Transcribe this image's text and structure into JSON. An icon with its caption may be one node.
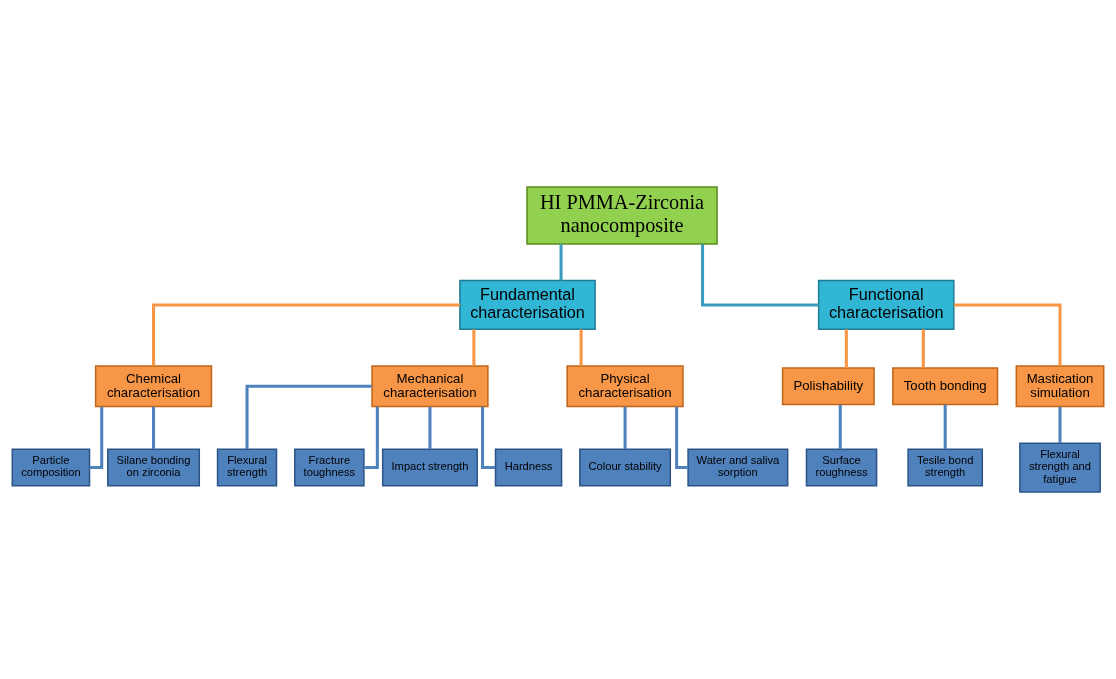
{
  "diagram": {
    "nodes": [
      {
        "text": [
          "HI PMMA-Zirconia nanocomposite"
        ]
      },
      {
        "text": [
          "Fundamental characterisation"
        ]
      },
      {
        "text": [
          "Functional characterisation"
        ]
      },
      {
        "text": [
          "Chemical characterisation"
        ]
      },
      {
        "text": [
          "Mechanical characterisation"
        ]
      },
      {
        "text": [
          "Physical characterisation"
        ]
      },
      {
        "text": [
          "Polishability"
        ]
      },
      {
        "text": [
          "Tooth bonding"
        ]
      },
      {
        "text": [
          "Mastication simulation"
        ]
      },
      {
        "text": [
          "Particle composition"
        ]
      },
      {
        "text": [
          "Silane bonding on zirconia"
        ]
      },
      {
        "text": [
          "Flexural strength"
        ]
      },
      {
        "text": [
          "Fracture toughness"
        ]
      },
      {
        "text": [
          "Impact strength"
        ]
      },
      {
        "text": [
          "Hardness"
        ]
      },
      {
        "text": [
          "Colour stability"
        ]
      },
      {
        "text": [
          "Water and saliva sorption"
        ]
      },
      {
        "text": [
          "Surface roughness"
        ]
      },
      {
        "text": [
          "Tesile bond strength"
        ]
      },
      {
        "text": [
          "Flexural strength and fatigue"
        ]
      }
    ],
    "edges": [
      {
        "from": 0,
        "to": 1,
        "arrow": "none",
        "color": "#3a9cc0"
      },
      {
        "from": 0,
        "to": 2,
        "arrow": "none",
        "color": "#3a9cc0"
      },
      {
        "from": 1,
        "to": 3,
        "arrow": "none",
        "color": "#f79646"
      },
      {
        "from": 1,
        "to": 4,
        "arrow": "none",
        "color": "#f79646"
      },
      {
        "from": 1,
        "to": 5,
        "arrow": "none",
        "color": "#f79646"
      },
      {
        "from": 2,
        "to": 6,
        "arrow": "none",
        "color": "#f79646"
      },
      {
        "from": 2,
        "to": 7,
        "arrow": "none",
        "color": "#f79646"
      },
      {
        "from": 2,
        "to": 8,
        "arrow": "none",
        "color": "#f79646"
      },
      {
        "from": 3,
        "to": 9,
        "arrow": "none"
      },
      {
        "from": 3,
        "to": 10,
        "arrow": "none"
      },
      {
        "from": 4,
        "to": 11,
        "arrow": "none"
      },
      {
        "from": 4,
        "to": 12,
        "arrow": "none"
      },
      {
        "from": 4,
        "to": 13,
        "arrow": "none"
      },
      {
        "from": 4,
        "to": 14,
        "arrow": "none"
      },
      {
        "from": 5,
        "to": 15,
        "arrow": "none"
      },
      {
        "from": 5,
        "to": 16,
        "arrow": "none"
      },
      {
        "from": 6,
        "to": 17,
        "arrow": "none"
      },
      {
        "from": 7,
        "to": 18,
        "arrow": "none"
      },
      {
        "from": 8,
        "to": 19,
        "arrow": "none"
      }
    ]
  }
}
